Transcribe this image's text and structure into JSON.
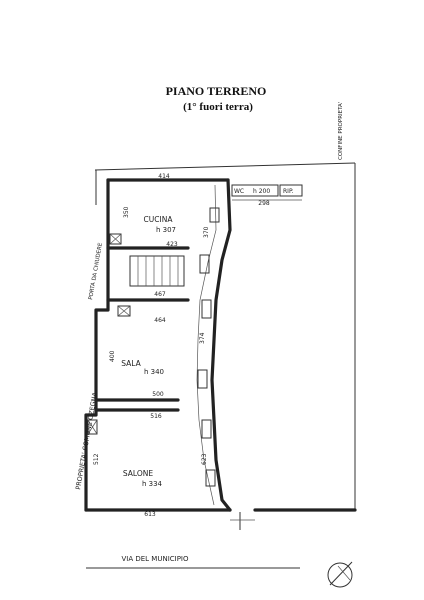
{
  "header": {
    "title": "PIANO TERRENO",
    "subtitle": "(1° fuori terra)"
  },
  "labels": {
    "border_top_right": "CONFINE PROPRIETA'",
    "left_boundary": "PROPRIETA' COMUNE OZEGNA",
    "left_boundary_upper": "PORTA DA CHIUDERE",
    "street": "VIA DEL MUNICIPIO"
  },
  "rooms": {
    "wc": {
      "name": "WC",
      "height": "h 200"
    },
    "rip": {
      "name": "RIP."
    },
    "cucina": {
      "name": "CUCINA",
      "height": "h 307"
    },
    "sala": {
      "name": "SALA",
      "height": "h 340"
    },
    "salone": {
      "name": "SALONE",
      "height": "h 334"
    }
  },
  "dimensions": {
    "d414": "414",
    "d350": "350",
    "d370": "370",
    "d423": "423",
    "d298": "298",
    "d467": "467",
    "d464": "464",
    "d374": "374",
    "d400": "400",
    "d500": "500",
    "d516": "516",
    "d512": "512",
    "d623": "623",
    "d613": "613"
  }
}
